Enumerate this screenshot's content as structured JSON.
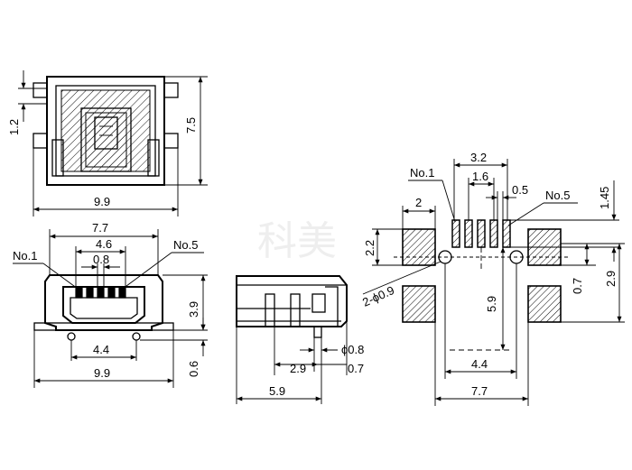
{
  "watermark": "科美",
  "top_view": {
    "dims": {
      "height_total": "7.5",
      "tab_offset": "1.2",
      "width": "9.9"
    }
  },
  "front_view": {
    "labels": {
      "pin1": "No.1",
      "pin5": "No.5"
    },
    "dims": {
      "outer_top": "7.7",
      "pin_span": "4.6",
      "pin_pitch": "0.8",
      "peg_span": "4.4",
      "width": "9.9",
      "height": "3.9",
      "peg_height": "0.6"
    }
  },
  "side_view": {
    "dims": {
      "peg_dia": "ϕ0.8",
      "peg_pos": "2.9",
      "peg_edge": "0.7",
      "length": "5.9"
    }
  },
  "footprint": {
    "labels": {
      "pin1": "No.1",
      "pin5": "No.5"
    },
    "dims": {
      "pad_span": "3.2",
      "pin_span": "1.6",
      "pad_pitch": "0.5",
      "pad_len": "1.45",
      "anchor_w": "2",
      "anchor_h": "2.2",
      "hole_dia": "2-ϕ0.9",
      "hole_to_pad": "0.7",
      "anchor_gap": "2.9",
      "depth": "5.9",
      "inner_span": "4.4",
      "outer_span": "7.7"
    }
  }
}
